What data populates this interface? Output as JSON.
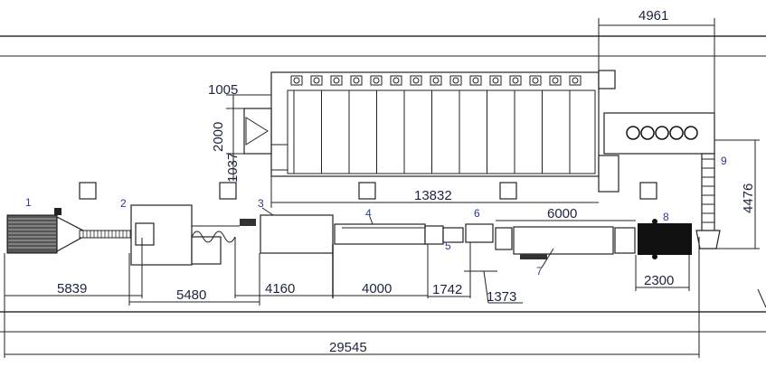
{
  "drawing": {
    "item_labels": [
      "1",
      "2",
      "3",
      "4",
      "5",
      "6",
      "7",
      "8",
      "9"
    ],
    "dimensions": {
      "top_right_width": "4961",
      "left_offset_top": "1005",
      "left_height": "2000",
      "left_offset_bottom": "1037",
      "building_length": "13832",
      "item7_length": "6000",
      "right_height": "4476",
      "seg_1": "5839",
      "seg_2": "5480",
      "seg_3": "4160",
      "seg_4": "4000",
      "seg_5": "1742",
      "seg_6": "1373",
      "item8_length": "2300",
      "total_length": "29545"
    }
  }
}
